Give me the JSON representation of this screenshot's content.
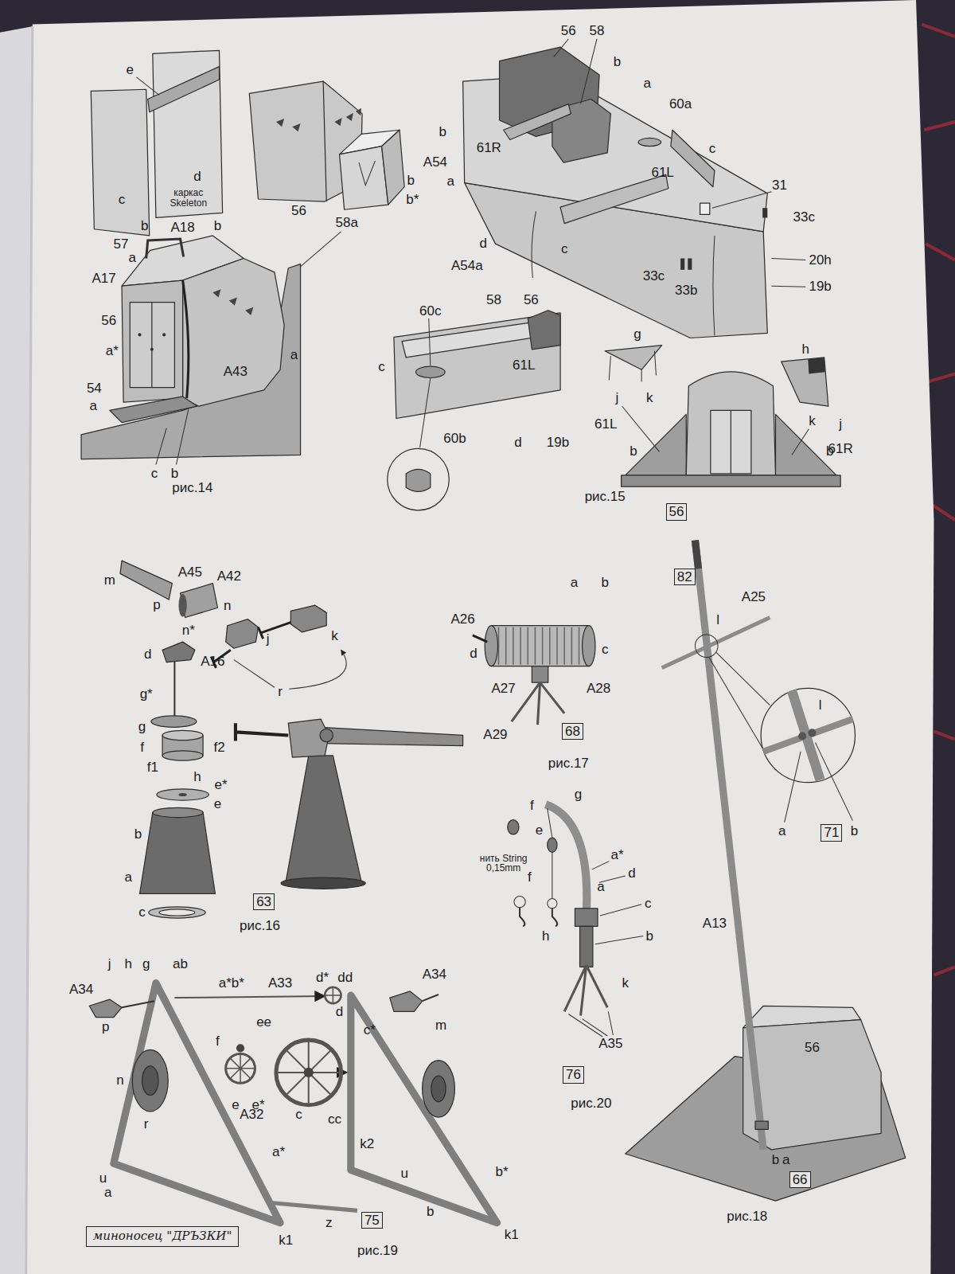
{
  "diagram": {
    "nodes": [
      {
        "text": [
          "56"
        ]
      },
      {
        "text": [
          "82"
        ]
      },
      {
        "text": [
          "68"
        ]
      },
      {
        "text": [
          "71"
        ]
      },
      {
        "text": [
          "63"
        ]
      },
      {
        "text": [
          "76"
        ]
      },
      {
        "text": [
          "66"
        ]
      },
      {
        "text": [
          "75"
        ]
      },
      {
        "text": [
          "миноносец \"ДРЪЗКИ\""
        ]
      }
    ],
    "labels": [
      "e",
      "d",
      "каркас Skeleton",
      "c",
      "56",
      "58a",
      "b",
      "b*",
      "b",
      "A18",
      "b",
      "57",
      "a",
      "A17",
      "56",
      "a*",
      "a",
      "A43",
      "54",
      "a",
      "c",
      "b",
      "рис.14",
      "56",
      "58",
      "b",
      "a",
      "60a",
      "b",
      "61R",
      "A54",
      "c",
      "61L",
      "a",
      "31",
      "33c",
      "d",
      "c",
      "20h",
      "A54a",
      "33c",
      "19b",
      "33b",
      "58",
      "56",
      "60c",
      "g",
      "h",
      "c",
      "61L",
      "j",
      "k",
      "k",
      "j",
      "61L",
      "60b",
      "d",
      "19b",
      "61R",
      "b",
      "b",
      "рис.15",
      "m",
      "A45",
      "A42",
      "p",
      "n",
      "n*",
      "j",
      "k",
      "d",
      "A16",
      "r",
      "g*",
      "g",
      "f",
      "f2",
      "f1",
      "h",
      "e*",
      "e",
      "b",
      "a",
      "c",
      "рис.16",
      "a",
      "b",
      "A26",
      "d",
      "c",
      "A27",
      "A28",
      "A29",
      "рис.17",
      "A25",
      "l",
      "l",
      "a",
      "b",
      "A13",
      "56",
      "b",
      "a",
      "рис.18",
      "f",
      "g",
      "e",
      "нить String 0,15mm",
      "a*",
      "f",
      "d",
      "a",
      "c",
      "h",
      "b",
      "k",
      "A35",
      "рис.20",
      "j",
      "h",
      "g",
      "ab",
      "A34",
      "a*b*",
      "A33",
      "d*",
      "dd",
      "A34",
      "d",
      "p",
      "ee",
      "c*",
      "m",
      "f",
      "n",
      "e",
      "e*",
      "r",
      "A32",
      "c",
      "cc",
      "k2",
      "a*",
      "b*",
      "u",
      "a",
      "u",
      "b",
      "z",
      "k1",
      "k1",
      "рис.19"
    ]
  }
}
